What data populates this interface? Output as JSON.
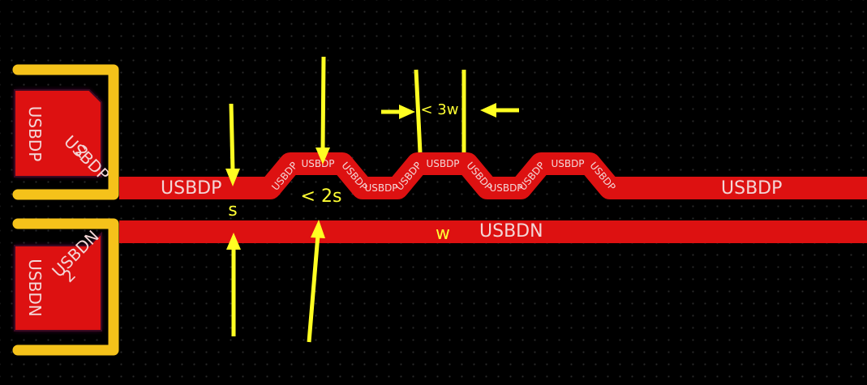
{
  "colors": {
    "background": "#000000",
    "trace": "#dd1111",
    "pad": "#dd1111",
    "silkscreen": "#f5c21a",
    "annotation": "#ffff22",
    "label_text": "#f3d6d6"
  },
  "pads": {
    "top": {
      "net": "USBDP",
      "designator": "2"
    },
    "bottom": {
      "net": "USBDN",
      "designator": "2"
    }
  },
  "traces": {
    "dp_label_left": "USBDP",
    "dp_label_right": "USBDP",
    "dn_label": "USBDN",
    "serpentine_label": "USBDP"
  },
  "annotations": {
    "spacing": "s",
    "width": "w",
    "bump_height": "< 2s",
    "bump_width": "< 3w"
  }
}
